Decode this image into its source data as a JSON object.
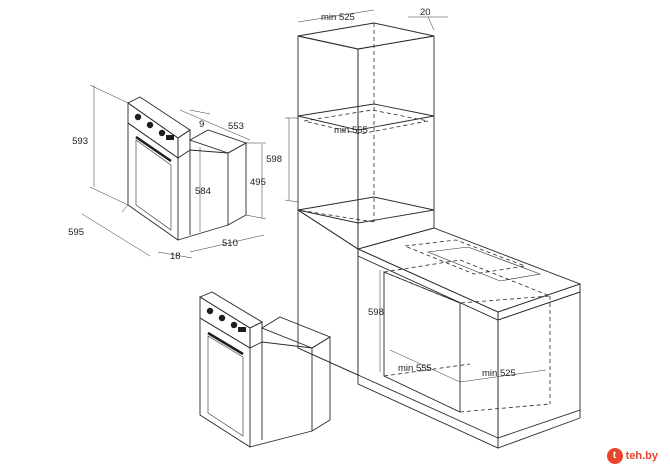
{
  "dimensions": {
    "oven_height": "593",
    "oven_width_front": "595",
    "panel_offset": "9",
    "oven_depth": "553",
    "body_height": "584",
    "side_height": "495",
    "body_depth": "510",
    "panel_thickness": "18",
    "column_min_width": "min 525",
    "column_gap": "20",
    "column_min_depth": "min 555",
    "column_niche_height": "598",
    "under_niche_height": "598",
    "under_min_depth": "min 555",
    "under_min_width": "min 525"
  },
  "watermark": {
    "badge": "t",
    "text": "teh.by"
  },
  "colors": {
    "line": "#2a2a2a",
    "accent": "#e8452c",
    "panel_fill": "#1e1e1e"
  }
}
